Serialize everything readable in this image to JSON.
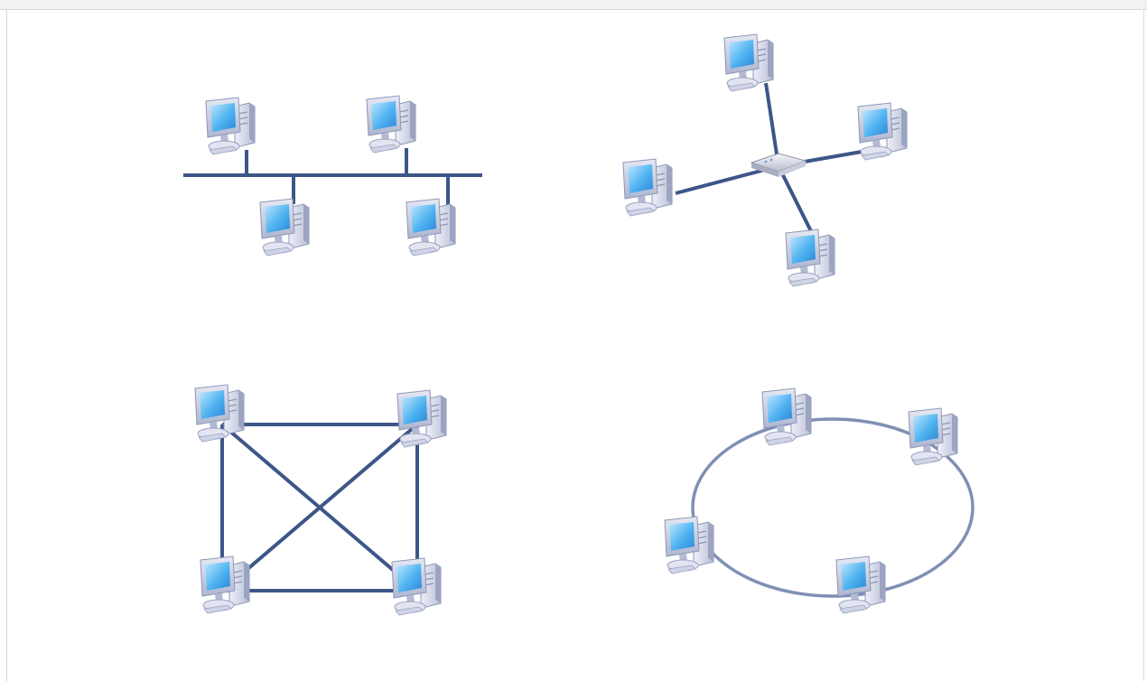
{
  "colors": {
    "background": "#ffffff",
    "frame_band": "#f2f2f2",
    "frame_border": "#d8d8d8",
    "link": "#3d5688",
    "ring": "#7f90b4",
    "screen": "#4fb3f0",
    "screen_light": "#bfe7ff",
    "monitor_frame": "#c7cde3",
    "tower": "#d5d9ea",
    "hub": "#e3e6ef"
  },
  "topologies": [
    {
      "name": "bus",
      "computers": 4,
      "hubs": 0
    },
    {
      "name": "star",
      "computers": 4,
      "hubs": 1
    },
    {
      "name": "mesh",
      "computers": 4,
      "hubs": 0
    },
    {
      "name": "ring",
      "computers": 4,
      "hubs": 0
    }
  ],
  "icons": [
    "desktop-computer-icon",
    "network-hub-icon"
  ]
}
